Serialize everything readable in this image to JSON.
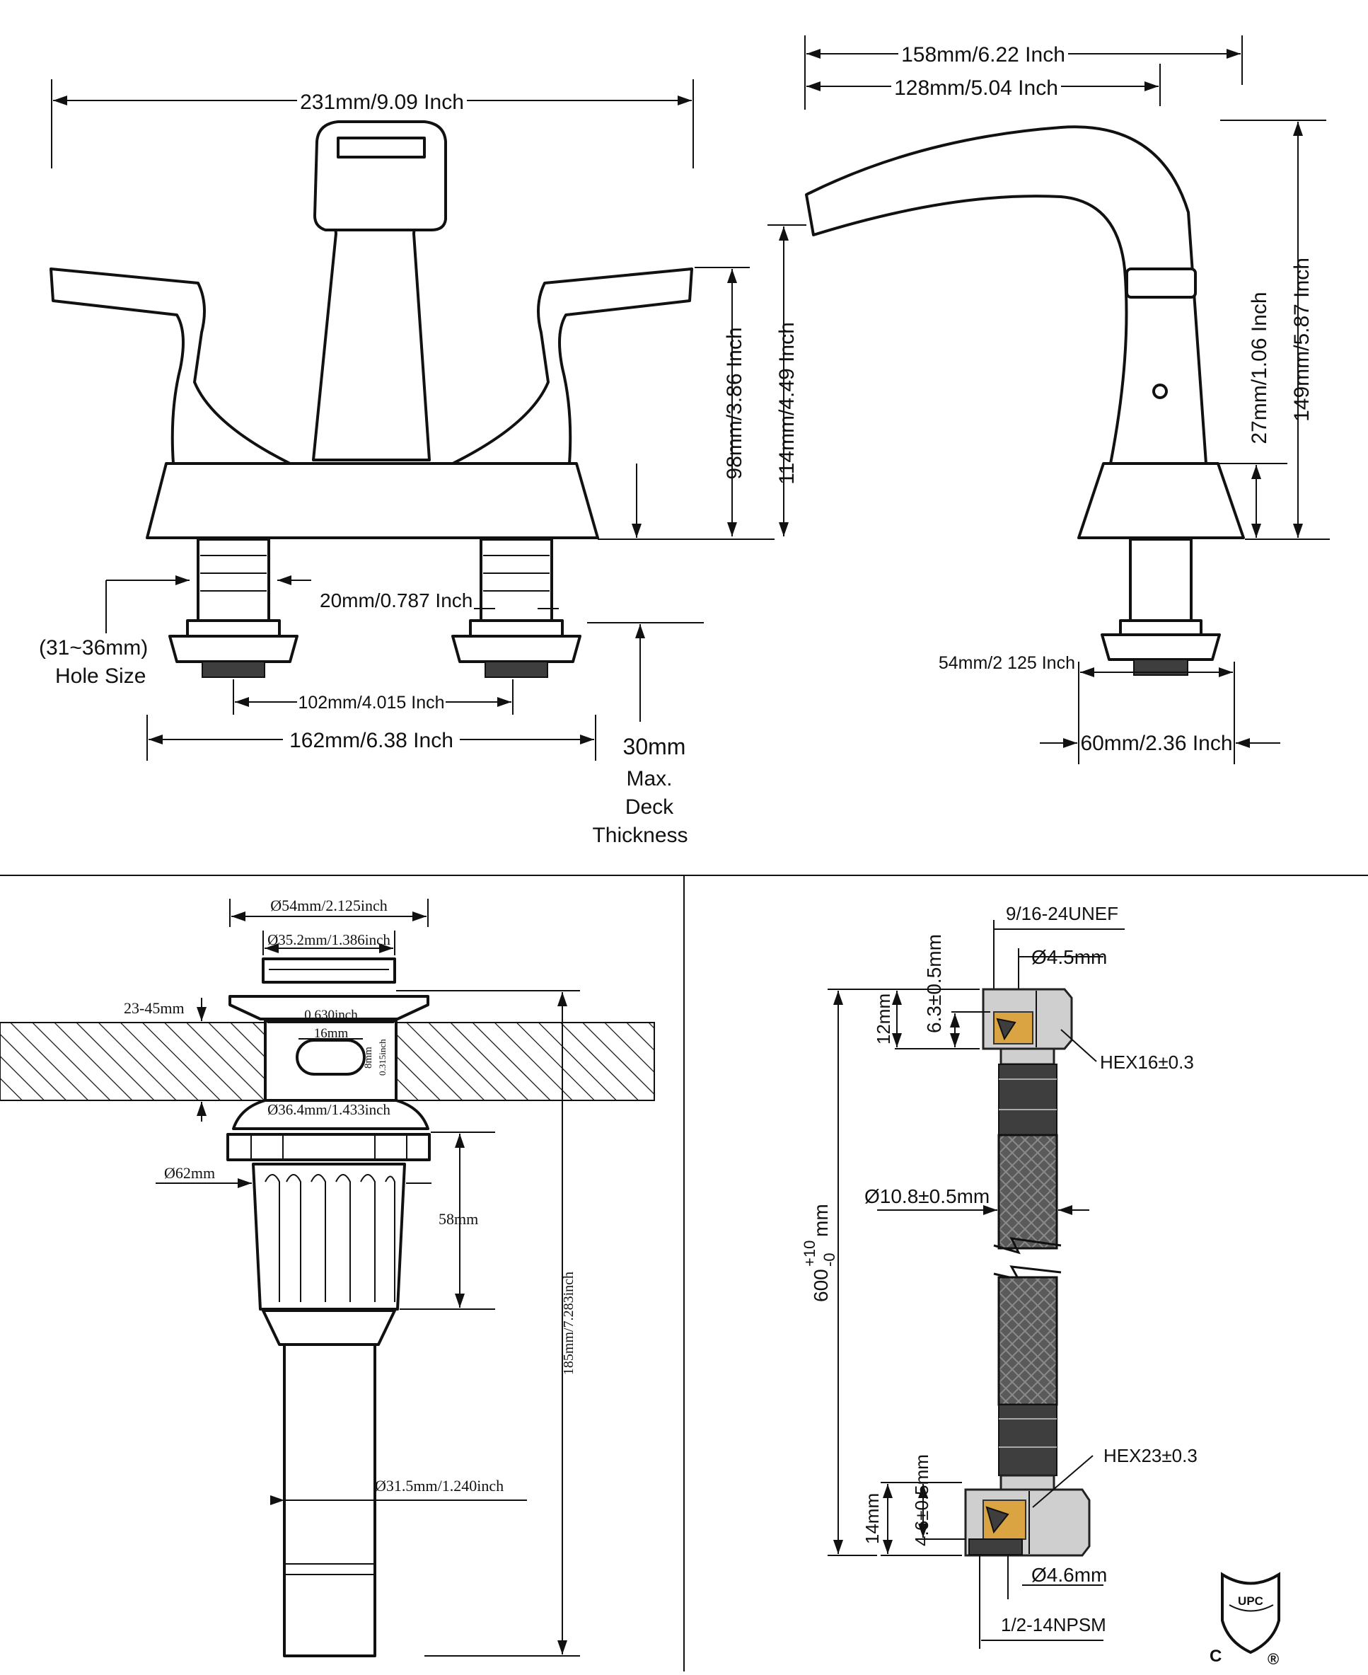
{
  "front_view": {
    "overall_width": "231mm/9.09 Inch",
    "hole_spacing_center": "102mm/4.015 Inch",
    "base_width": "162mm/6.38 Inch",
    "shank_diameter": "20mm/0.787 Inch",
    "handle_height": "98mm/3.86 Inch",
    "spout_height": "114mm/4.49 Inch",
    "hole_size_range": "(31~36mm)",
    "hole_size_label": "Hole Size",
    "deck_thickness_value": "30mm",
    "deck_thickness_label_1": "Max.",
    "deck_thickness_label_2": "Deck",
    "deck_thickness_label_3": "Thickness"
  },
  "side_view": {
    "total_depth": "158mm/6.22 Inch",
    "spout_reach": "128mm/5.04 Inch",
    "base_height": "27mm/1.06 Inch",
    "total_height": "149mm/5.87 Inch",
    "base_diameter": "54mm/2 125 Inch",
    "base_depth": "60mm/2.36 Inch"
  },
  "drain_view": {
    "flange_diameter": "Ø54mm/2.125inch",
    "cap_diameter": "Ø35.2mm/1.386inch",
    "counter_thickness": "23-45mm",
    "overflow_width": "0.630inch",
    "overflow_slot": "16mm",
    "overflow_slot_height": "8mm",
    "overflow_slot_height_inch": "0.315inch",
    "body_diameter": "Ø36.4mm/1.433inch",
    "nut_diameter": "Ø62mm",
    "nut_height": "58mm",
    "total_length": "185mm/7.283inch",
    "tail_diameter": "Ø31.5mm/1.240inch"
  },
  "hose_view": {
    "top_thread": "9/16-24UNEF",
    "top_bore": "Ø4.5mm",
    "top_nut_height": "12mm",
    "top_insert_depth": "6.3±0.5mm",
    "top_hex": "HEX16±0.3",
    "hose_diameter": "Ø10.8±0.5mm",
    "hose_length_base": "600",
    "hose_tolerance_plus": "+10",
    "hose_tolerance_minus": "-0",
    "hose_length_unit": "mm",
    "bottom_hex": "HEX23±0.3",
    "bottom_nut_height": "14mm",
    "bottom_insert_depth": "4.6±0.5mm",
    "bottom_bore": "Ø4.6mm",
    "bottom_thread": "1/2-14NPSM"
  },
  "certification": {
    "letters_top": "UPC",
    "letter_left": "C",
    "registered": "®"
  }
}
